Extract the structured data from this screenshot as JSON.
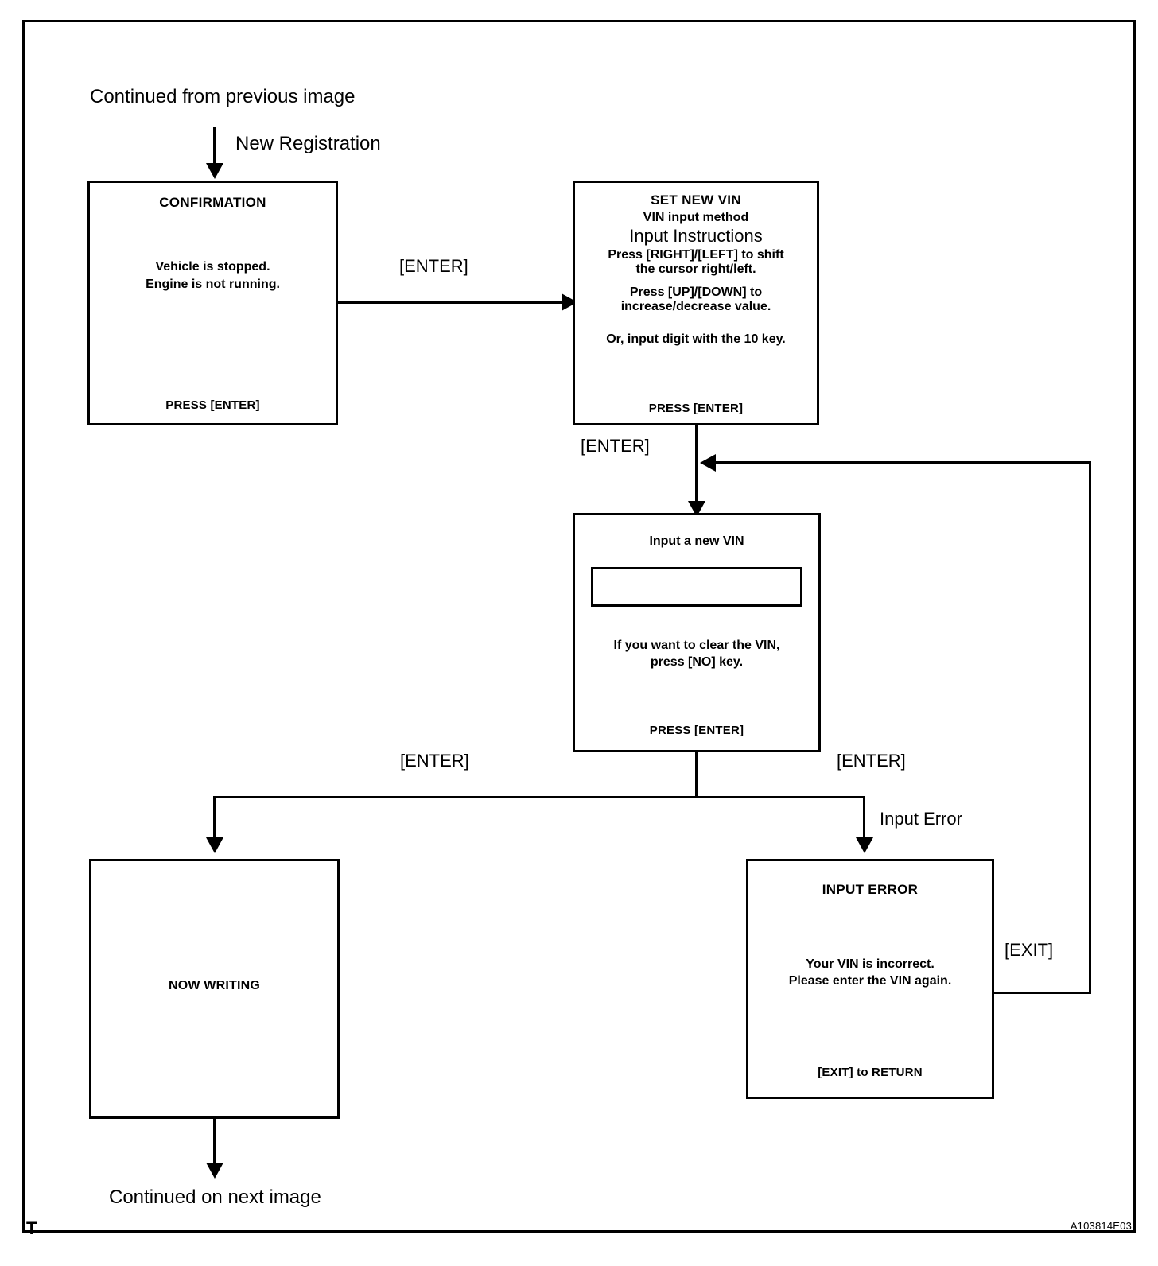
{
  "figure": {
    "id_code": "A103814E03",
    "corner_marker": "T",
    "entry_note": "Continued from previous image",
    "exit_note": "Continued on next image"
  },
  "nodes": {
    "confirmation": {
      "title": "CONFIRMATION",
      "line1": "Vehicle is stopped.",
      "line2": "Engine is not running.",
      "footer": "PRESS [ENTER]"
    },
    "set_new_vin": {
      "title": "SET NEW VIN",
      "subtitle": "VIN input method",
      "heading": "Input Instructions",
      "line1": "Press [RIGHT]/[LEFT] to shift",
      "line2": "the cursor right/left.",
      "line3": "Press [UP]/[DOWN]  to",
      "line4": "increase/decrease value.",
      "line5": "Or, input digit with the 10 key.",
      "footer": "PRESS [ENTER]"
    },
    "input_vin": {
      "title": "Input a new VIN",
      "field_value": "",
      "line1": "If you want to clear the VIN,",
      "line2": "press [NO] key.",
      "footer": "PRESS [ENTER]"
    },
    "now_writing": {
      "title": "NOW WRITING"
    },
    "input_error": {
      "title": "INPUT  ERROR",
      "line1": "Your VIN is incorrect.",
      "line2": "Please enter the VIN again.",
      "footer": "[EXIT] to RETURN"
    }
  },
  "edges": {
    "new_registration": "New Registration",
    "confirmation_to_setvin": "[ENTER]",
    "setvin_to_inputvin": "[ENTER]",
    "inputvin_to_writing": "[ENTER]",
    "inputvin_to_error": "[ENTER]",
    "input_error_cause": "Input Error",
    "error_return": "[EXIT]"
  }
}
